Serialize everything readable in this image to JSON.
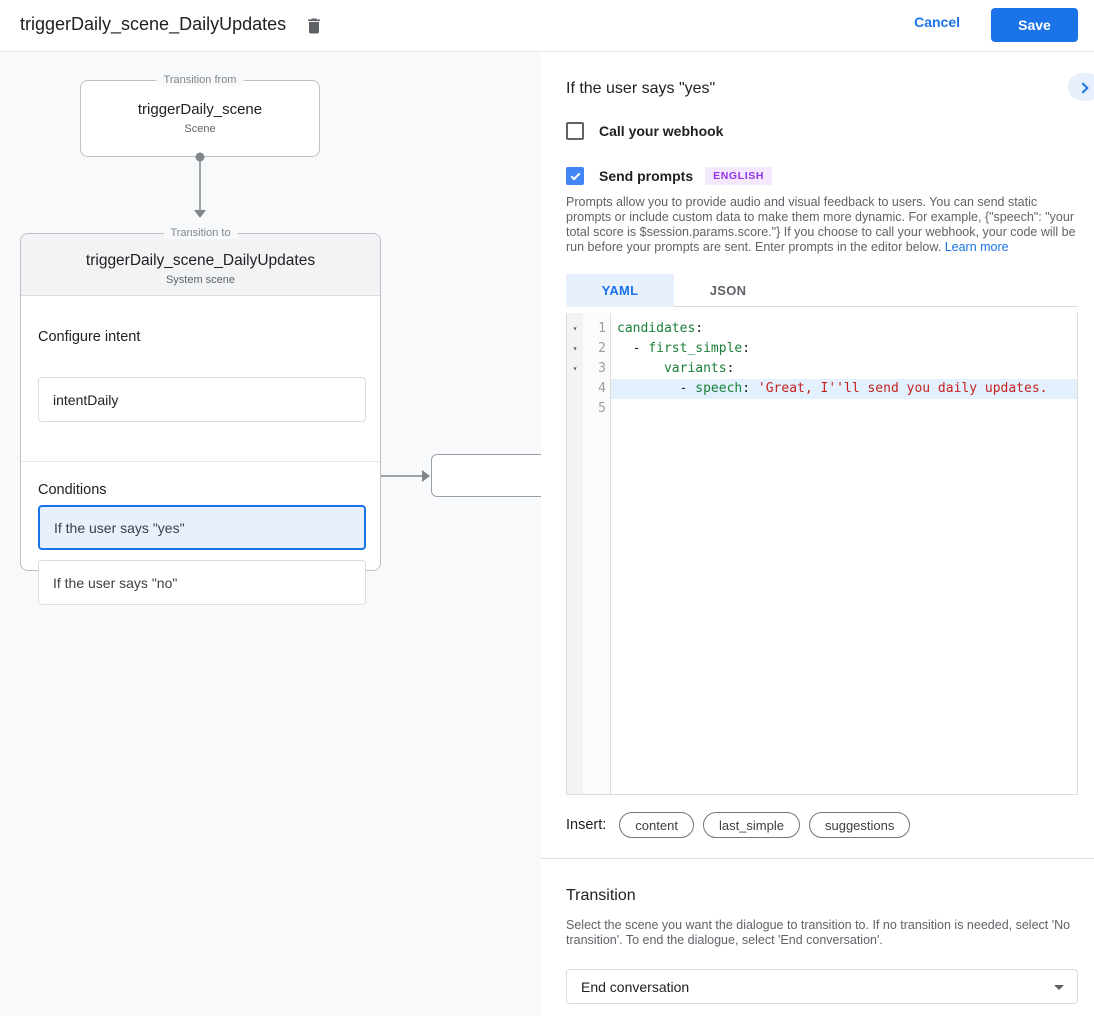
{
  "header": {
    "title": "triggerDaily_scene_DailyUpdates",
    "cancel_label": "Cancel",
    "save_label": "Save"
  },
  "canvas": {
    "from_card": {
      "legend": "Transition from",
      "title": "triggerDaily_scene",
      "subtitle": "Scene"
    },
    "to_card": {
      "legend": "Transition to",
      "title": "triggerDaily_scene_DailyUpdates",
      "subtitle": "System scene",
      "configure_intent_label": "Configure intent",
      "intent_value": "intentDaily",
      "conditions_label": "Conditions",
      "conditions": [
        {
          "label": "If the user says \"yes\"",
          "selected": true
        },
        {
          "label": "If the user says \"no\"",
          "selected": false
        }
      ]
    }
  },
  "panel": {
    "title": "If the user says \"yes\"",
    "webhook_checkbox": {
      "label": "Call your webhook",
      "checked": false
    },
    "prompts_checkbox": {
      "label": "Send prompts",
      "checked": true,
      "badge": "ENGLISH"
    },
    "description": "Prompts allow you to provide audio and visual feedback to users. You can send static prompts or include custom data to make them more dynamic. For example, {\"speech\": \"your total score is $session.params.score.\"} If you choose to call your webhook, your code will be run before your prompts are sent. Enter prompts in the editor below.",
    "learn_more": "Learn more",
    "tabs": [
      {
        "label": "YAML",
        "active": true
      },
      {
        "label": "JSON",
        "active": false
      }
    ],
    "editor": {
      "lines": [
        {
          "num": 1,
          "fold": true,
          "active": false,
          "tokens": [
            [
              "candidates",
              "key"
            ],
            [
              ":",
              "plain"
            ]
          ]
        },
        {
          "num": 2,
          "fold": true,
          "active": false,
          "tokens": [
            [
              "  - ",
              "plain"
            ],
            [
              "first_simple",
              "key"
            ],
            [
              ":",
              "plain"
            ]
          ]
        },
        {
          "num": 3,
          "fold": true,
          "active": false,
          "tokens": [
            [
              "      ",
              "plain"
            ],
            [
              "variants",
              "key"
            ],
            [
              ":",
              "plain"
            ]
          ]
        },
        {
          "num": 4,
          "fold": false,
          "active": true,
          "tokens": [
            [
              "        - ",
              "plain"
            ],
            [
              "speech",
              "key"
            ],
            [
              ": ",
              "plain"
            ],
            [
              "'Great, I''ll send you daily updates.",
              "str"
            ]
          ]
        },
        {
          "num": 5,
          "fold": false,
          "active": false,
          "tokens": []
        }
      ]
    },
    "insert": {
      "label": "Insert:",
      "chips": [
        "content",
        "last_simple",
        "suggestions"
      ]
    },
    "transition": {
      "title": "Transition",
      "description": "Select the scene you want the dialogue to transition to. If no transition is needed, select 'No transition'. To end the dialogue, select 'End conversation'.",
      "selected_value": "End conversation"
    }
  },
  "colors": {
    "accent_blue": "#1a73e8",
    "selection_blue_bg": "#e8f0fe",
    "checkbox_blue": "#4285f4",
    "badge_purple_bg": "#f3e8fd",
    "badge_purple_text": "#9334e6",
    "code_key_green": "#188038",
    "code_string_red": "#c5221f",
    "canvas_bg": "#f8f9fa"
  }
}
